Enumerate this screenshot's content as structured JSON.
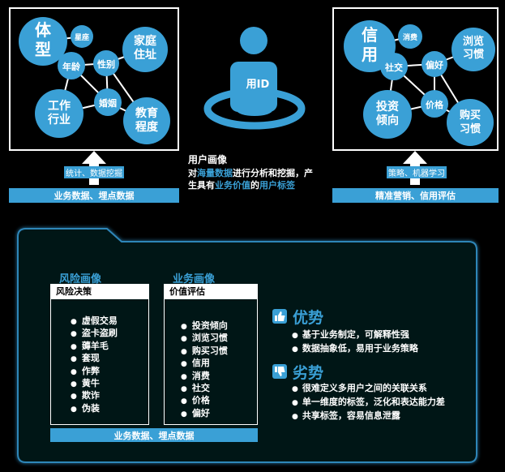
{
  "colors": {
    "accent": "#3aa0d6",
    "background": "#000000",
    "line": "#ffffff"
  },
  "body_panel": {
    "nodes": [
      "体型",
      "星座",
      "年龄",
      "性别",
      "家庭住址",
      "婚姻",
      "工作行业",
      "教育程度"
    ],
    "step_label": "统计、数据挖掘",
    "source_bar": "业务数据、埋点数据"
  },
  "credit_panel": {
    "nodes": [
      "信用",
      "消费",
      "浏览习惯",
      "社交",
      "偏好",
      "价格",
      "投资倾向",
      "购买习惯"
    ],
    "step_label": "策略、机器学习",
    "source_bar": "精准营销、信用评估"
  },
  "center": {
    "figure_label": "用ID",
    "title": "用户画像",
    "line1_a": "对",
    "line1_b": "海量数据",
    "line1_c": "进行分析和挖掘，产",
    "line2_a": "生具有",
    "line2_b": "业务价值",
    "line2_c": "的",
    "line2_d": "用户标签"
  },
  "risk": {
    "title": "风险画像",
    "header": "风险决策",
    "items": [
      "虚假交易",
      "盗卡盗刷",
      "薅羊毛",
      "套现",
      "作弊",
      "黄牛",
      "欺诈",
      "伪装"
    ]
  },
  "business": {
    "title": "业务画像",
    "header": "价值评估",
    "items": [
      "投资倾向",
      "浏览习惯",
      "购买习惯",
      "信用",
      "消费",
      "社交",
      "价格",
      "偏好"
    ]
  },
  "bottom_bar": "业务数据、埋点数据",
  "advantages": {
    "title": "优势",
    "icon": "thumbs-up-icon",
    "items": [
      "基于业务制定，可解释性强",
      "数据抽象低，易用于业务策略"
    ]
  },
  "disadvantages": {
    "title": "劣势",
    "icon": "thumbs-down-icon",
    "items": [
      "很难定义多用户之间的关联关系",
      "单一维度的标签，泛化和表达能力差",
      "共享标签，容易信息泄露"
    ]
  }
}
